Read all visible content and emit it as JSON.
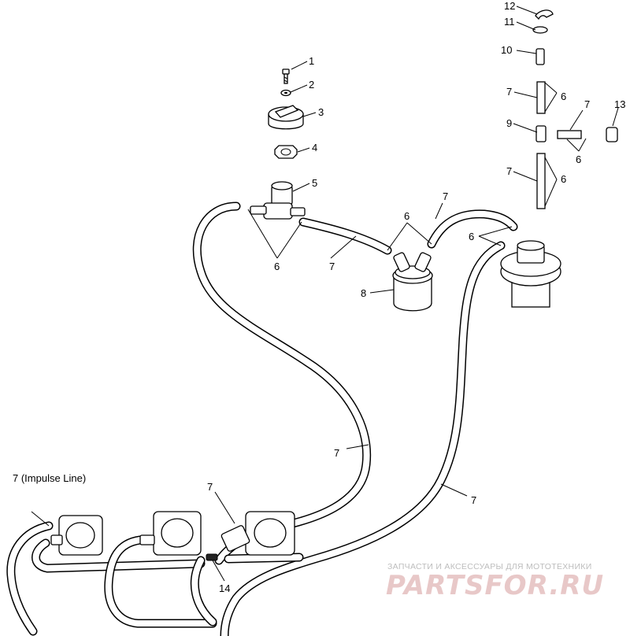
{
  "callouts": {
    "c1": "1",
    "c2": "2",
    "c3": "3",
    "c4": "4",
    "c5": "5",
    "c6a": "6",
    "c6b": "6",
    "c6c": "6",
    "c6d": "6",
    "c6e": "6",
    "c7a": "7",
    "c7b": "7",
    "c7c": "7",
    "c7d": "7",
    "c7e": "7",
    "c7f": "7",
    "c7g": "7",
    "c7h": "7",
    "c7impulse": "7 (Impulse Line)",
    "c8": "8",
    "c9": "9",
    "c10": "10",
    "c11": "11",
    "c12": "12",
    "c13": "13",
    "c14": "14"
  },
  "watermark": {
    "tagline": "ЗАПЧАСТИ И АКСЕССУАРЫ ДЛЯ МОТОТЕХНИКИ",
    "brand": "PARTSFOR.RU"
  }
}
